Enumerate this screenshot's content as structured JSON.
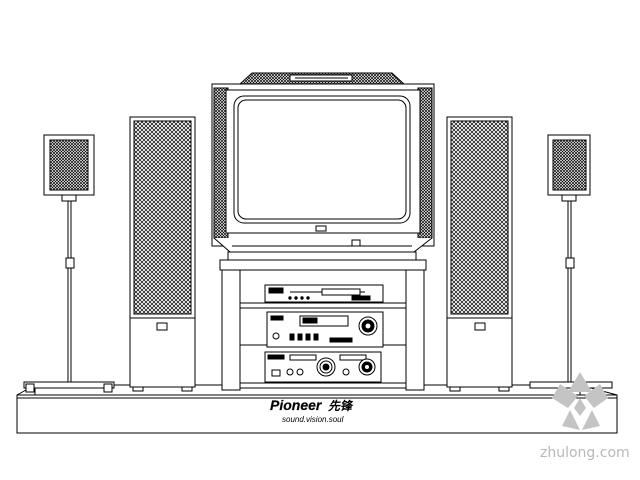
{
  "brand": {
    "logo_text": "Pioneer",
    "logo_cjk": "先锋",
    "tagline": "sound.vision.soul"
  },
  "watermark": {
    "site": "zhulong.com"
  },
  "colors": {
    "line": "#000000",
    "background": "#ffffff",
    "watermark": "#b8b8b8"
  },
  "icons": [
    "satellite-speaker-icon",
    "floor-speaker-icon",
    "crt-tv-icon",
    "av-receiver-icon",
    "dvd-player-icon",
    "amplifier-icon",
    "pioneer-logo",
    "zhulong-logo-icon"
  ]
}
